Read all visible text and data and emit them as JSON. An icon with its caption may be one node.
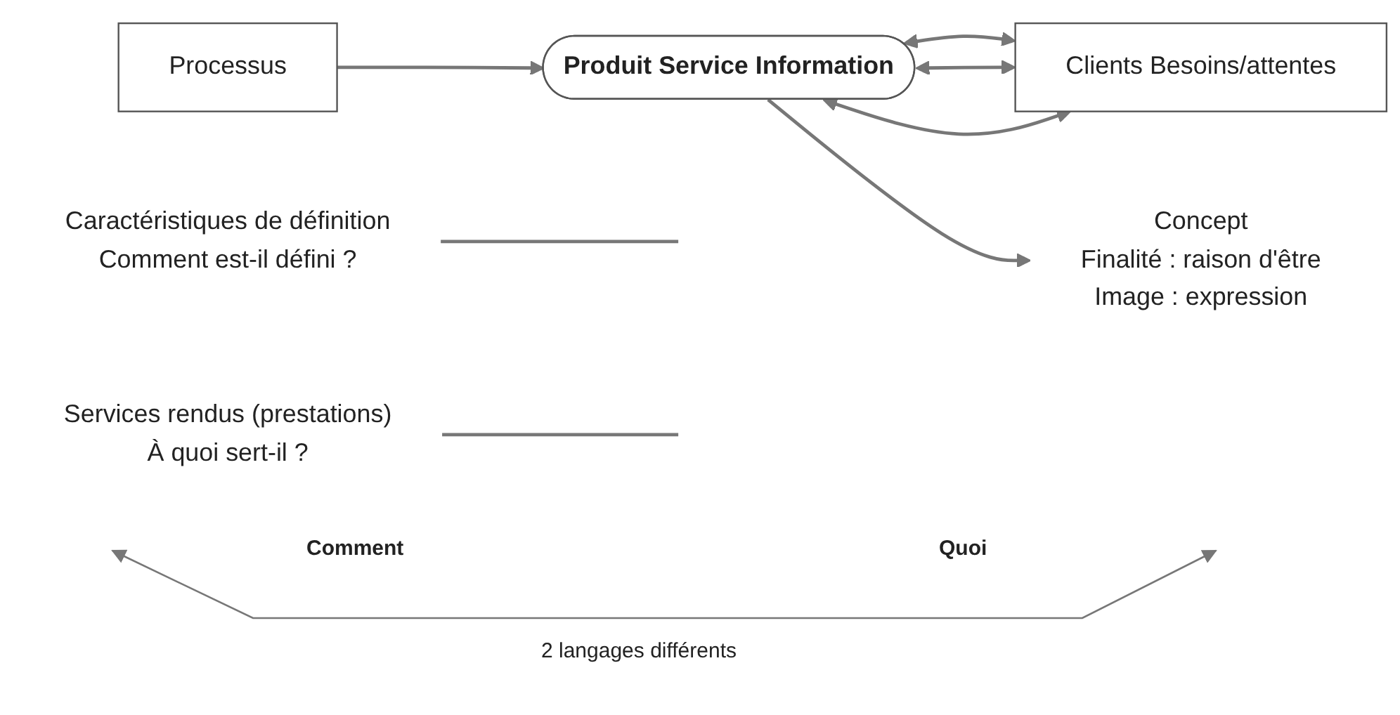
{
  "diagram": {
    "nodes": [
      {
        "text": [
          "Processus"
        ]
      },
      {
        "text": [
          "Produit Service Information"
        ]
      },
      {
        "text": [
          "Clients Besoins/attentes"
        ]
      },
      {
        "text": [
          "Concept",
          "Finalité : raison d'être",
          "Image : expression"
        ]
      },
      {
        "text": [
          "Caractéristiques de définition",
          "Comment est-il défini ?"
        ]
      },
      {
        "text": [
          "Services rendus (prestations)",
          "À quoi sert-il ?"
        ]
      }
    ],
    "edges": [
      {
        "from": 0,
        "to": 1,
        "arrow": "to"
      },
      {
        "from": 1,
        "to": 2,
        "arrow": "both"
      },
      {
        "from": 1,
        "to": 2,
        "arrow": "both"
      },
      {
        "from": 1,
        "to": 2,
        "arrow": "both"
      },
      {
        "from": 1,
        "to": 3,
        "arrow": "to"
      },
      {
        "from": 4,
        "to": null,
        "arrow": "none"
      },
      {
        "from": 5,
        "to": null,
        "arrow": "none"
      }
    ],
    "labels": [
      "Comment",
      "Quoi",
      "2 langages différents"
    ]
  }
}
